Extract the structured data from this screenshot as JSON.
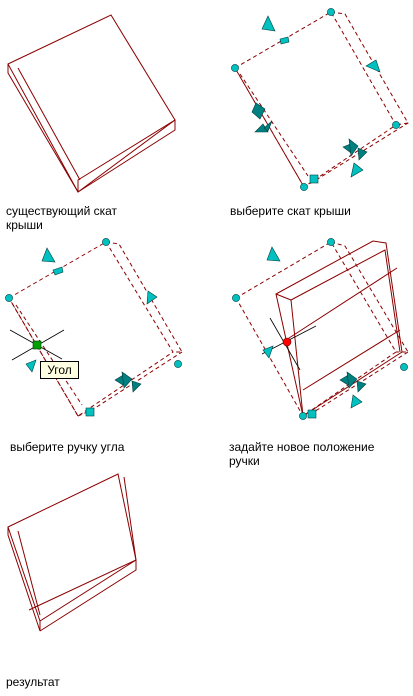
{
  "steps": [
    {
      "caption": "существующий скат\nкрыши"
    },
    {
      "caption": "выберите скат крыши"
    },
    {
      "caption": "выберите ручку угла"
    },
    {
      "caption": "задайте новое положение\nручки"
    },
    {
      "caption": "результат"
    }
  ],
  "tooltip": {
    "label": "Угол"
  },
  "colors": {
    "outline": "#8b0000",
    "grip": "#00c0c0",
    "grip_dark": "#008080",
    "active_grip": "#00a000",
    "hot_grip": "#ff0000",
    "crosshair": "#000000"
  }
}
